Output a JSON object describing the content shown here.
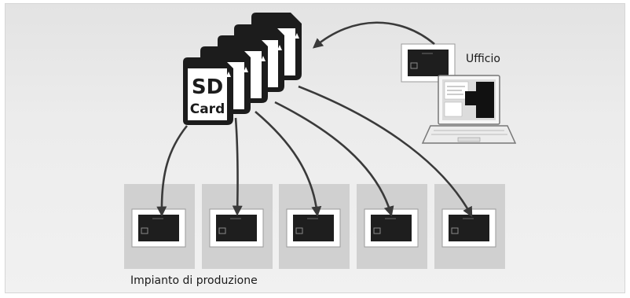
{
  "labels": {
    "office": "Ufficio",
    "plant": "Impianto di produzione"
  },
  "sd_card": {
    "line1": "SD",
    "line2": "Card",
    "count": 5
  },
  "production_units": 5,
  "colors": {
    "background_top": "#e3e3e3",
    "background_bottom": "#f1f1f1",
    "station_tile": "#d0d0d0",
    "device_body": "#ffffff",
    "device_screen": "#1e1e1e",
    "arrow": "#3a3a3a",
    "sd_card": "#1c1c1c"
  },
  "icons": [
    "sd-card-icon",
    "hmi-panel-icon",
    "laptop-icon",
    "arrow-icon"
  ]
}
